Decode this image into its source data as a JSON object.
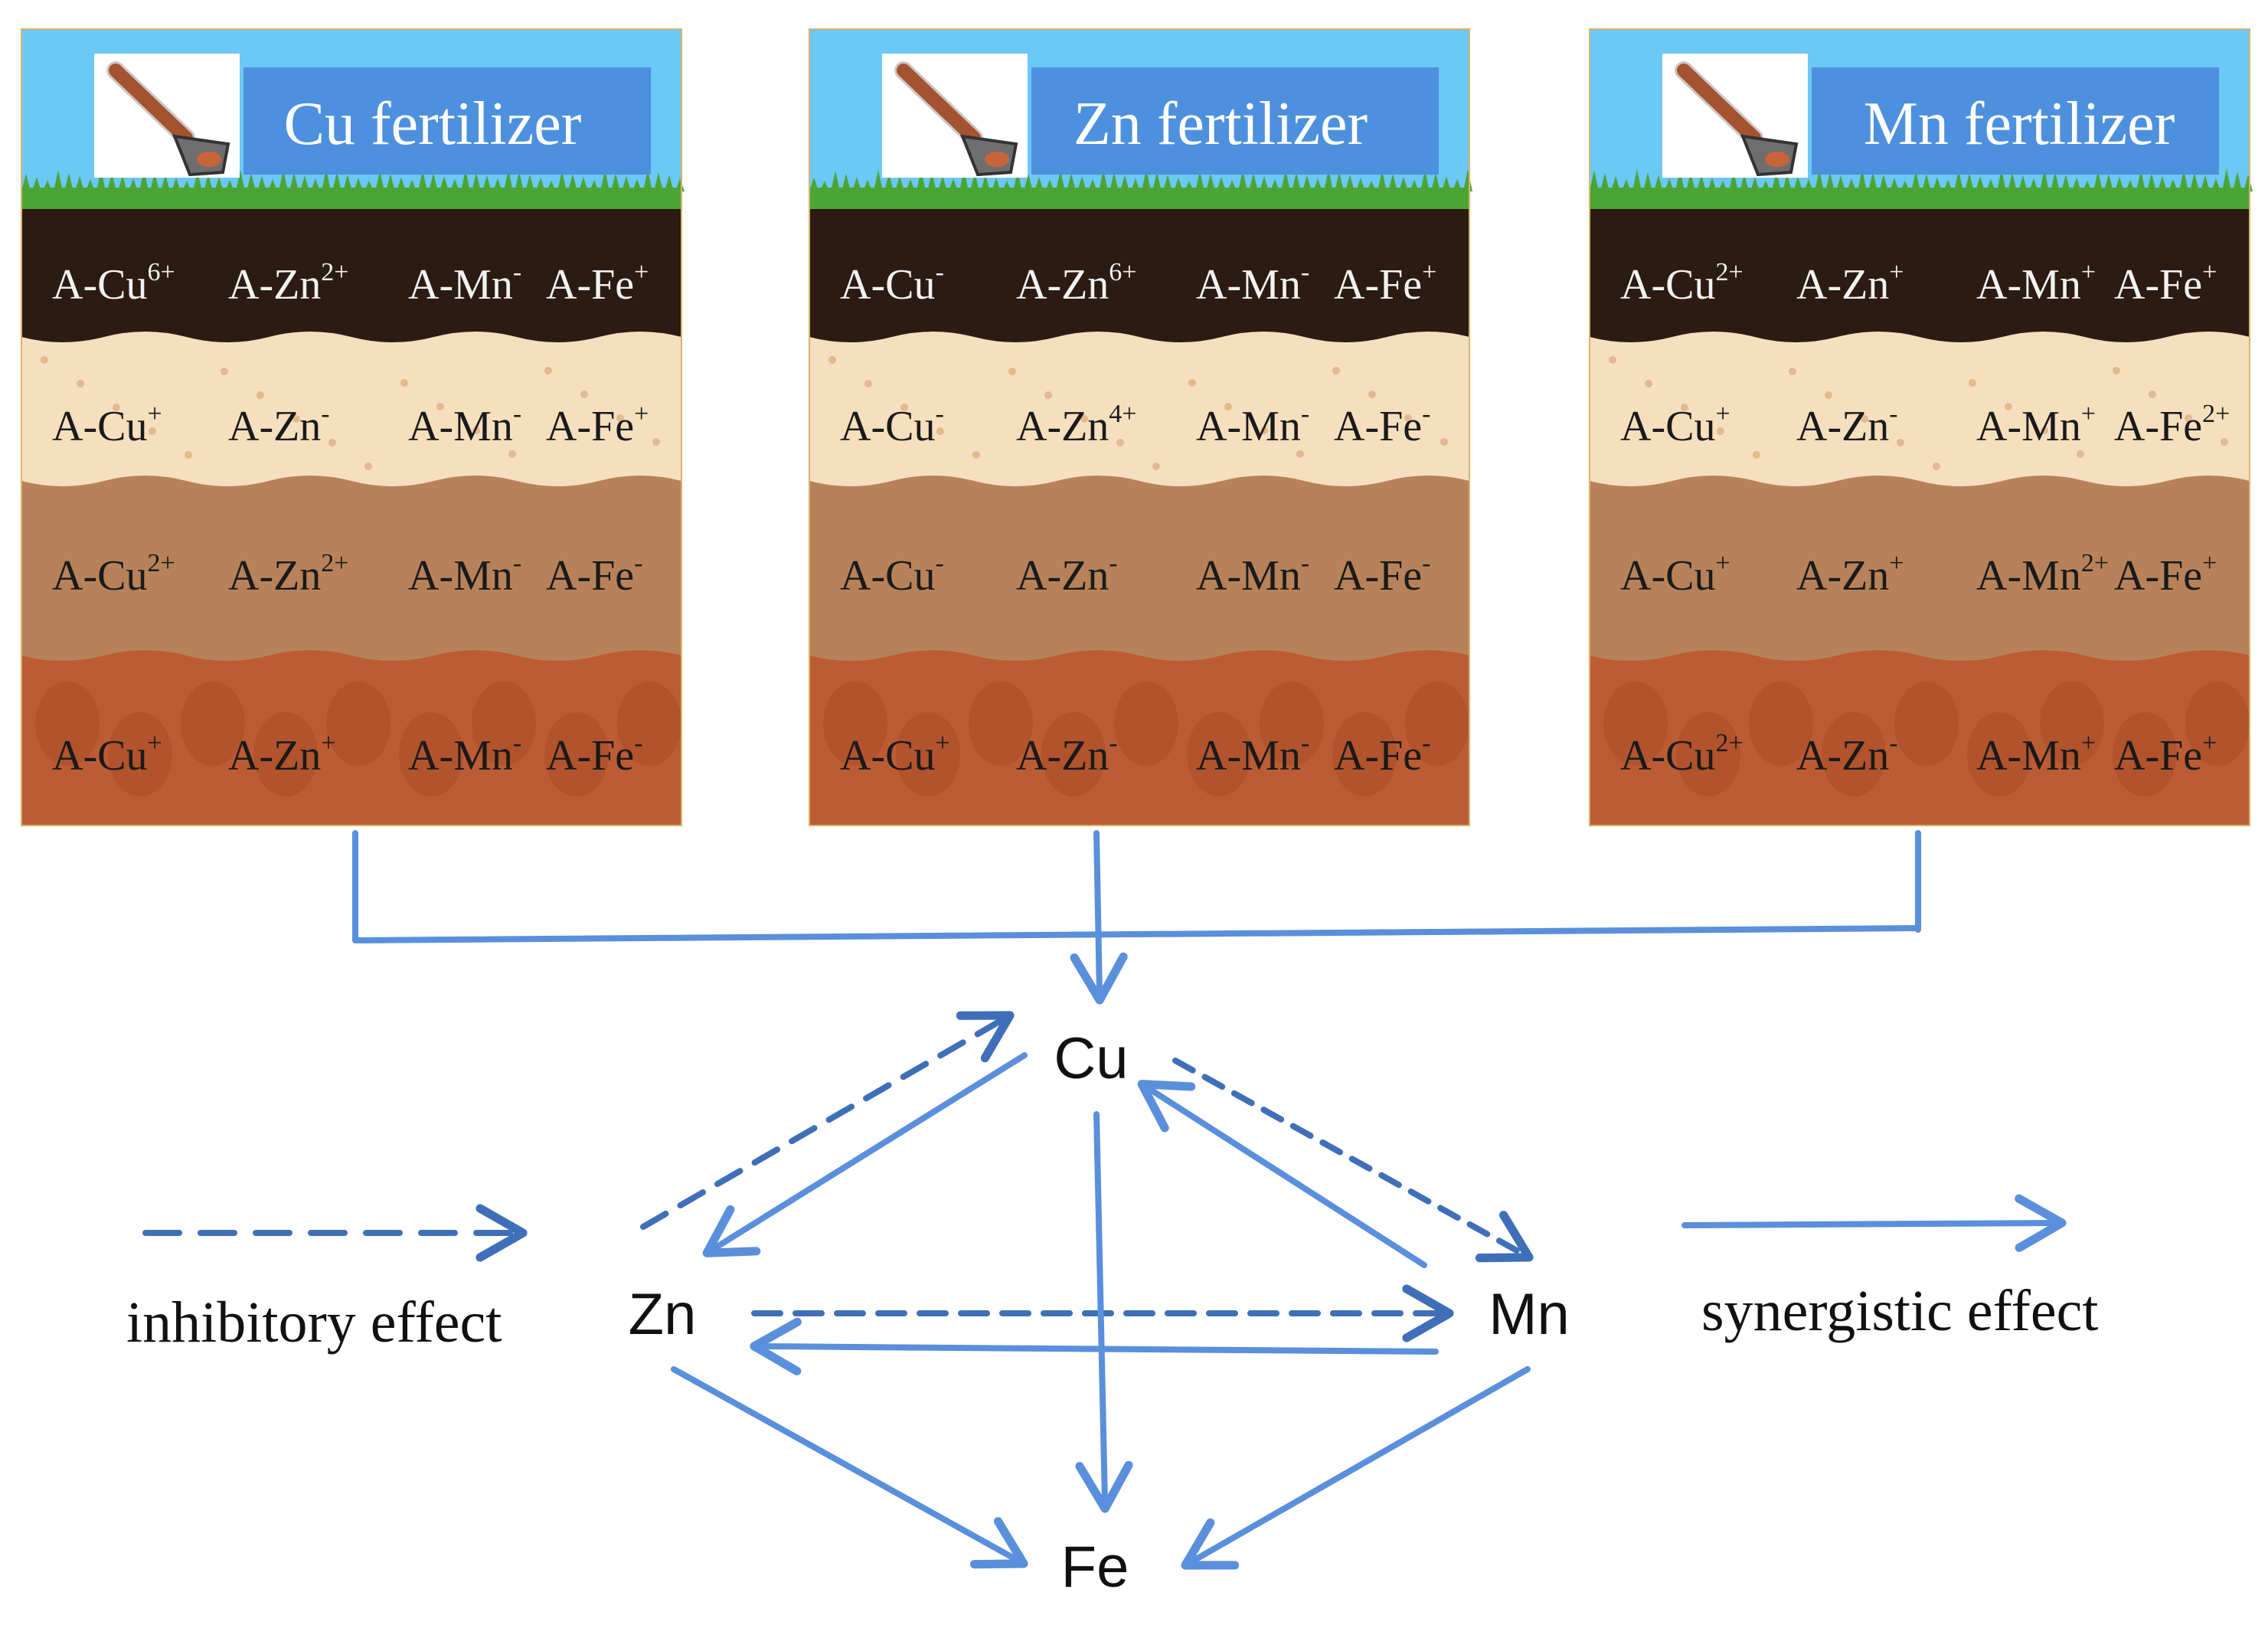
{
  "panels": [
    {
      "title": "Cu fertilizer",
      "layers": [
        [
          {
            "base": "A-Cu",
            "sup": "6+"
          },
          {
            "base": "A-Zn",
            "sup": "2+"
          },
          {
            "base": "A-Mn",
            "sup": "-"
          },
          {
            "base": "A-Fe",
            "sup": "+"
          }
        ],
        [
          {
            "base": "A-Cu",
            "sup": "+"
          },
          {
            "base": "A-Zn",
            "sup": "-"
          },
          {
            "base": "A-Mn",
            "sup": "-"
          },
          {
            "base": "A-Fe",
            "sup": "+"
          }
        ],
        [
          {
            "base": "A-Cu",
            "sup": "2+"
          },
          {
            "base": "A-Zn",
            "sup": "2+"
          },
          {
            "base": "A-Mn",
            "sup": "-"
          },
          {
            "base": "A-Fe",
            "sup": "-"
          }
        ],
        [
          {
            "base": "A-Cu",
            "sup": "+"
          },
          {
            "base": "A-Zn",
            "sup": "+"
          },
          {
            "base": "A-Mn",
            "sup": "-"
          },
          {
            "base": "A-Fe",
            "sup": "-"
          }
        ]
      ]
    },
    {
      "title": "Zn fertilizer",
      "layers": [
        [
          {
            "base": "A-Cu",
            "sup": "-"
          },
          {
            "base": "A-Zn",
            "sup": "6+"
          },
          {
            "base": "A-Mn",
            "sup": "-"
          },
          {
            "base": "A-Fe",
            "sup": "+"
          }
        ],
        [
          {
            "base": "A-Cu",
            "sup": "-"
          },
          {
            "base": "A-Zn",
            "sup": "4+"
          },
          {
            "base": "A-Mn",
            "sup": "-"
          },
          {
            "base": "A-Fe",
            "sup": "-"
          }
        ],
        [
          {
            "base": "A-Cu",
            "sup": "-"
          },
          {
            "base": "A-Zn",
            "sup": "-"
          },
          {
            "base": "A-Mn",
            "sup": "-"
          },
          {
            "base": "A-Fe",
            "sup": "-"
          }
        ],
        [
          {
            "base": "A-Cu",
            "sup": "+"
          },
          {
            "base": "A-Zn",
            "sup": "-"
          },
          {
            "base": "A-Mn",
            "sup": "-"
          },
          {
            "base": "A-Fe",
            "sup": "-"
          }
        ]
      ]
    },
    {
      "title": "Mn fertilizer",
      "layers": [
        [
          {
            "base": "A-Cu",
            "sup": "2+"
          },
          {
            "base": "A-Zn",
            "sup": "+"
          },
          {
            "base": "A-Mn",
            "sup": "+"
          },
          {
            "base": "A-Fe",
            "sup": "+"
          }
        ],
        [
          {
            "base": "A-Cu",
            "sup": "+"
          },
          {
            "base": "A-Zn",
            "sup": "-"
          },
          {
            "base": "A-Mn",
            "sup": "+"
          },
          {
            "base": "A-Fe",
            "sup": "2+"
          }
        ],
        [
          {
            "base": "A-Cu",
            "sup": "+"
          },
          {
            "base": "A-Zn",
            "sup": "+"
          },
          {
            "base": "A-Mn",
            "sup": "2+"
          },
          {
            "base": "A-Fe",
            "sup": "+"
          }
        ],
        [
          {
            "base": "A-Cu",
            "sup": "2+"
          },
          {
            "base": "A-Zn",
            "sup": "-"
          },
          {
            "base": "A-Mn",
            "sup": "+"
          },
          {
            "base": "A-Fe",
            "sup": "+"
          }
        ]
      ]
    }
  ],
  "nodes": {
    "cu": "Cu",
    "zn": "Zn",
    "mn": "Mn",
    "fe": "Fe"
  },
  "legend": {
    "inhibitory_label": "inhibitory effect",
    "synergistic_label": "synergistic effect"
  },
  "colors": {
    "sky": "#6cc8f5",
    "grass": "#4aa534",
    "topsoil": "#2b1b12",
    "sand": "#f6dfbe",
    "loam": "#b7825a",
    "clay": "#bc5c34",
    "title_box": "#4d90de",
    "arrow": "#5a8fdc",
    "arrow_dashed": "#3f6fb8"
  }
}
